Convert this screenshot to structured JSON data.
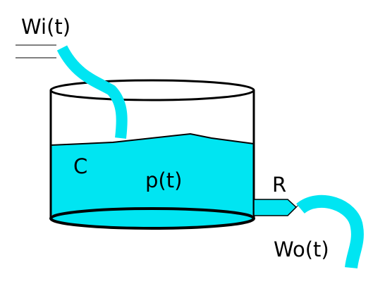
{
  "labels": {
    "inflow": "Wi(t)",
    "capacitance": "C",
    "pressure": "p(t)",
    "resistance": "R",
    "outflow": "Wo(t)"
  },
  "colors": {
    "fluid": "#00E5F2",
    "outline": "#000000",
    "background": "#FFFFFF"
  }
}
